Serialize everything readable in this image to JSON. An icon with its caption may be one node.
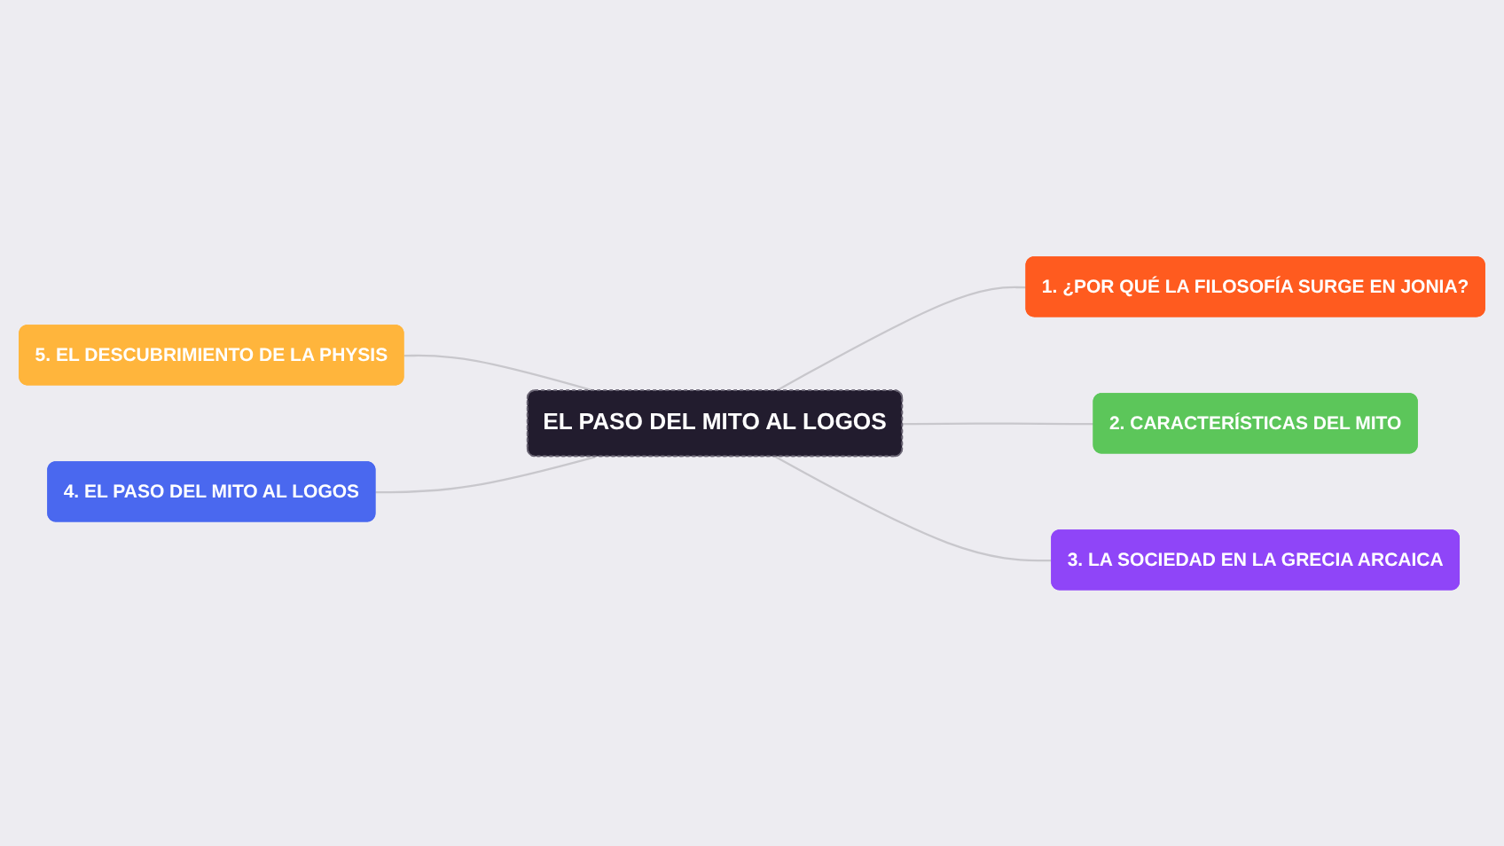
{
  "diagram": {
    "nodes": [
      {
        "text": [
          "EL PASO DEL MITO AL LOGOS"
        ]
      },
      {
        "text": [
          "1. ¿POR QUÉ LA FILOSOFÍA SURGE EN JONIA?"
        ]
      },
      {
        "text": [
          "2. CARACTERÍSTICAS DEL MITO"
        ]
      },
      {
        "text": [
          "3. LA SOCIEDAD EN LA GRECIA ARCAICA"
        ]
      },
      {
        "text": [
          "4. EL PASO DEL MITO AL LOGOS"
        ]
      },
      {
        "text": [
          "5. EL DESCUBRIMIENTO DE LA PHYSIS"
        ]
      }
    ],
    "edges": [
      {
        "from": 0,
        "to": 1,
        "arrow": "none"
      },
      {
        "from": 0,
        "to": 2,
        "arrow": "none"
      },
      {
        "from": 0,
        "to": 3,
        "arrow": "none"
      },
      {
        "from": 5,
        "to": 0,
        "arrow": "none"
      },
      {
        "from": 4,
        "to": 0,
        "arrow": "none"
      }
    ]
  }
}
